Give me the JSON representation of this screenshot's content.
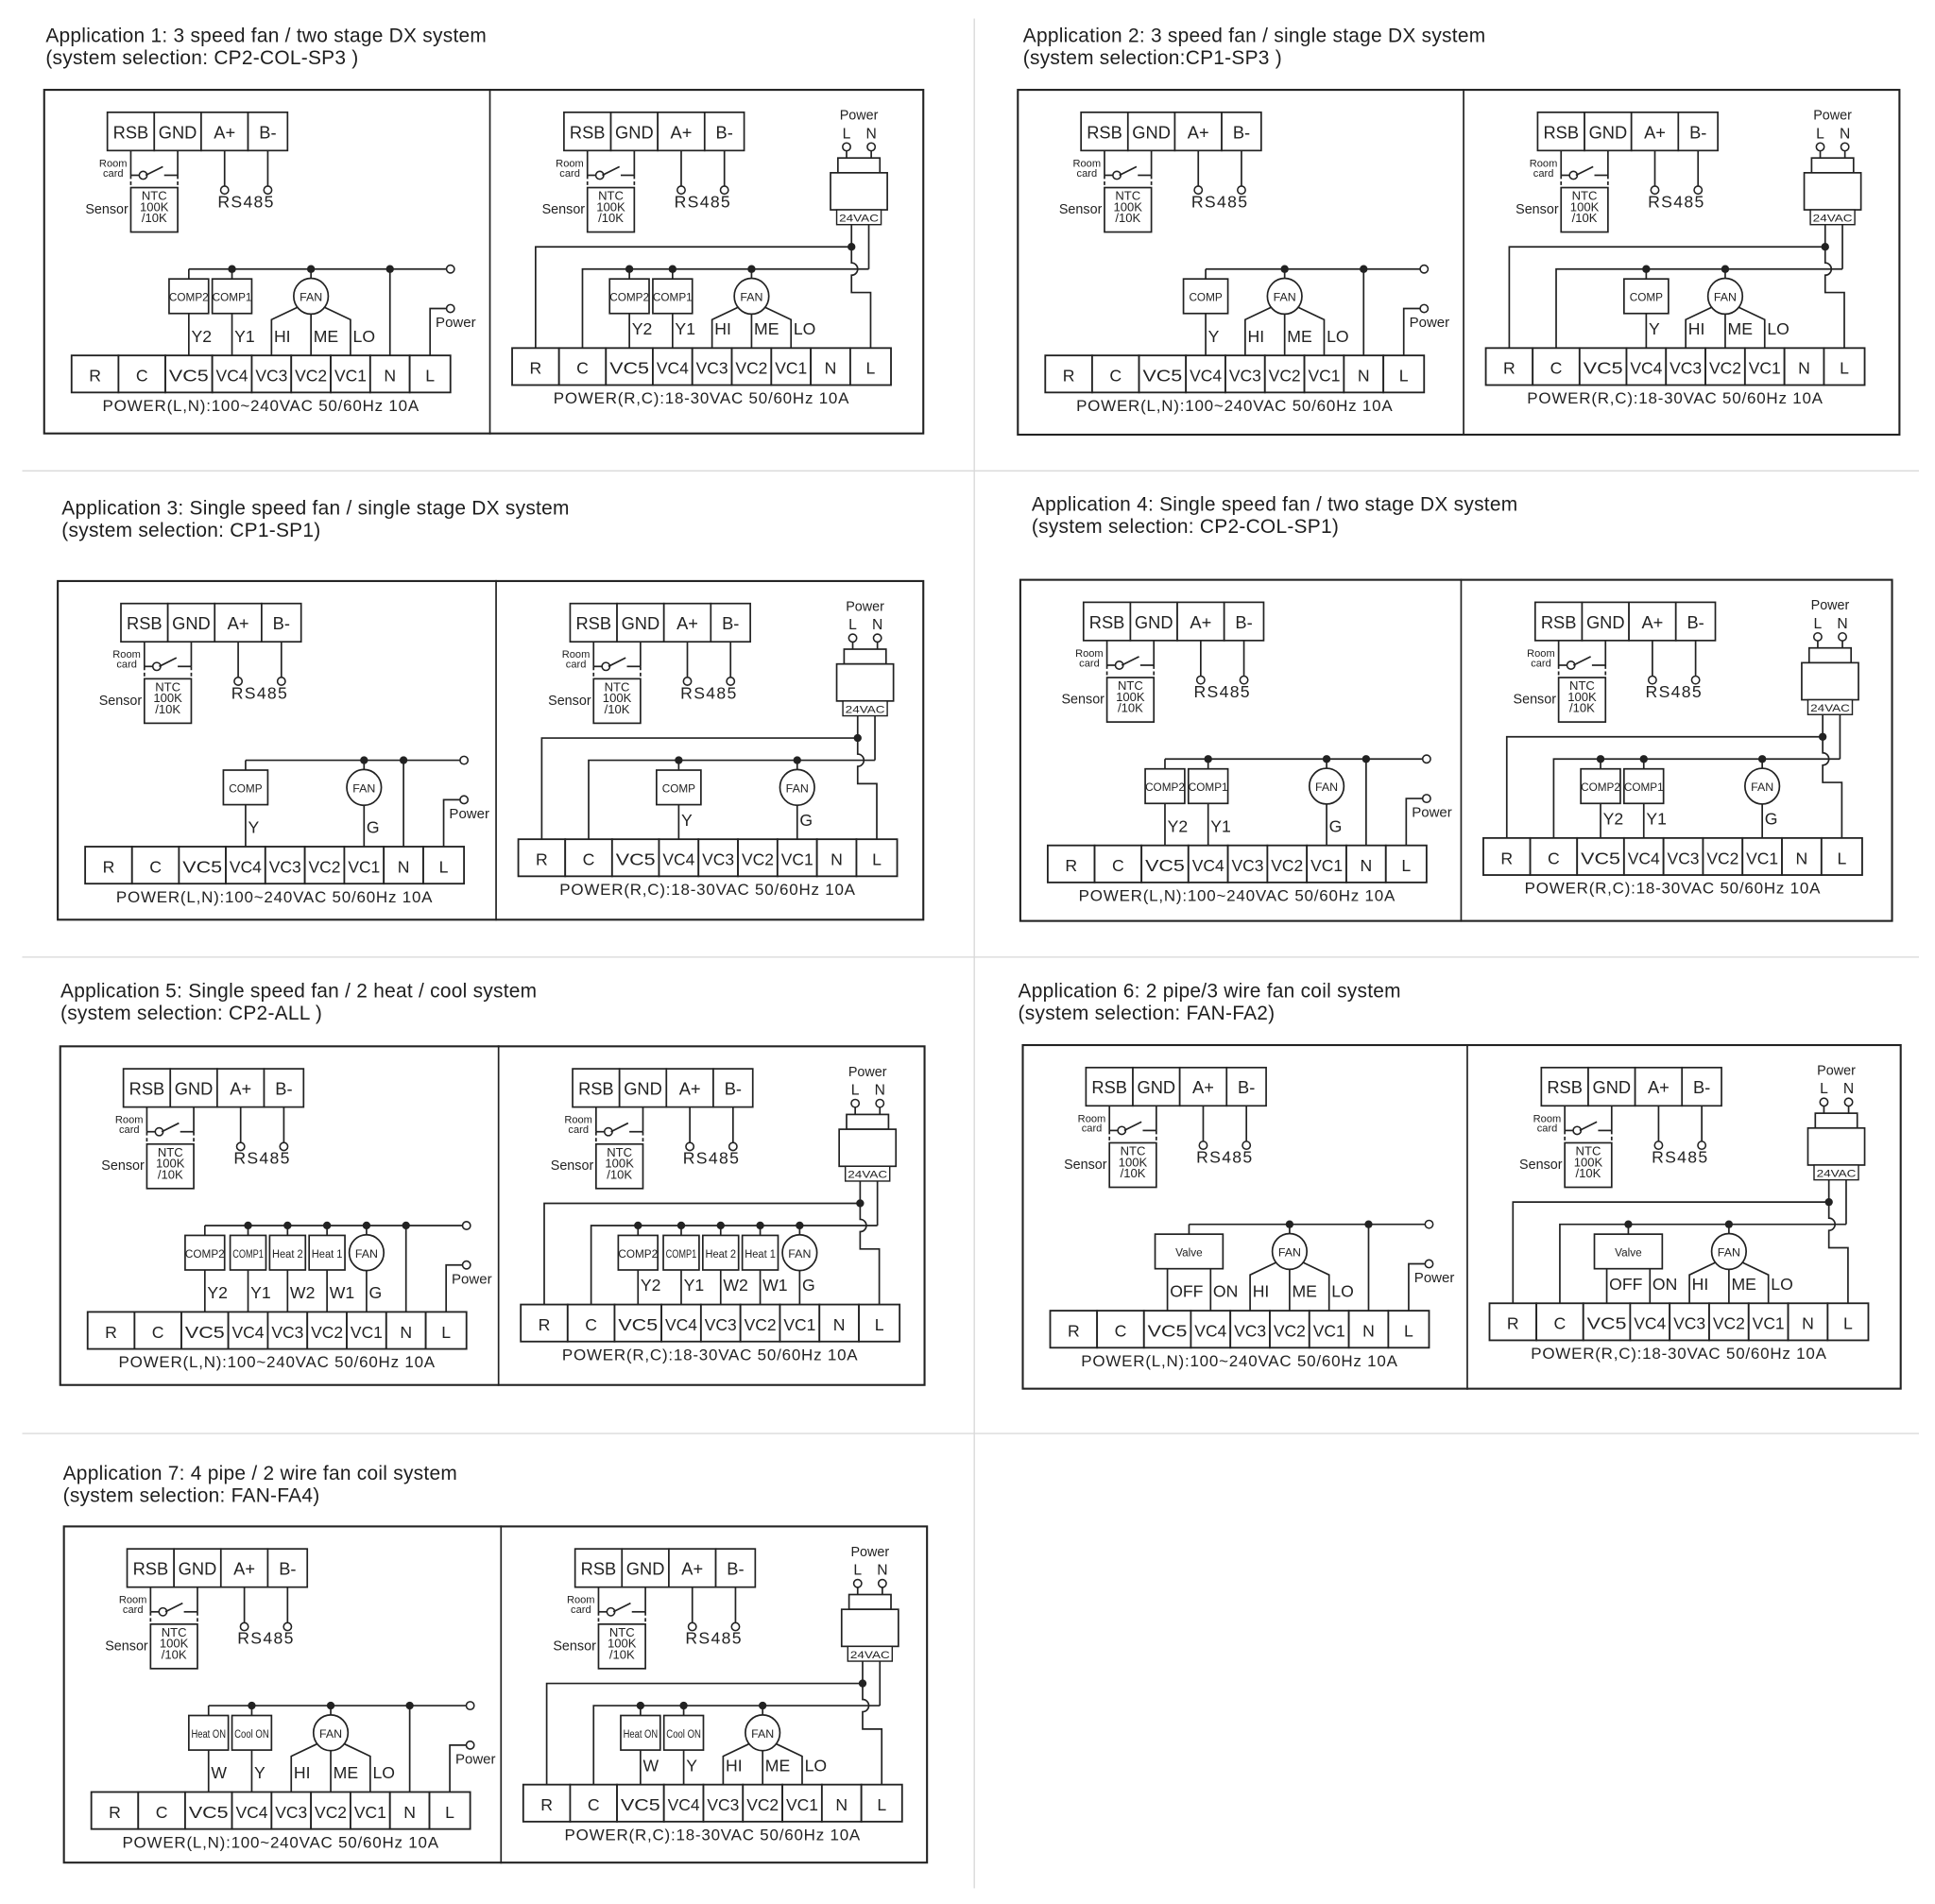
{
  "common": {
    "header_terminals": [
      "RSB",
      "GND",
      "A+",
      "B-"
    ],
    "room_card": [
      "Room",
      "card"
    ],
    "sensor": "Sensor",
    "ntc": [
      "NTC",
      "100K",
      "/10K"
    ],
    "rs485": "RS485",
    "power": "Power",
    "supply": [
      "L",
      "N"
    ],
    "transformer": "24VAC",
    "fan": "FAN",
    "terminals": [
      "R",
      "C",
      "VC5",
      "VC4",
      "VC3",
      "VC2",
      "VC1",
      "N",
      "L"
    ],
    "caption_line_voltage": "POWER(L,N):100~240VAC 50/60Hz 10A",
    "caption_low_voltage": "POWER(R,C):18-30VAC  50/60Hz  10A"
  },
  "applications": [
    {
      "title": "Application 1: 3 speed fan / two stage DX system",
      "subtitle": "(system selection: CP2-COL-SP3 )",
      "loads": [
        {
          "type": "box",
          "label": "COMP2",
          "wires": [
            {
              "label": "Y2",
              "terminal": "VC5"
            }
          ]
        },
        {
          "type": "box",
          "label": "COMP1",
          "wires": [
            {
              "label": "Y1",
              "terminal": "VC4"
            }
          ]
        },
        {
          "type": "fan3",
          "wires": [
            {
              "label": "HI",
              "terminal": "VC3"
            },
            {
              "label": "ME",
              "terminal": "VC2"
            },
            {
              "label": "LO",
              "terminal": "VC1"
            }
          ]
        }
      ]
    },
    {
      "title": "Application 2: 3 speed fan / single stage DX system",
      "subtitle": "(system selection:CP1-SP3 )",
      "loads": [
        {
          "type": "box",
          "label": "COMP",
          "wires": [
            {
              "label": "Y",
              "terminal": "VC4"
            }
          ]
        },
        {
          "type": "fan3",
          "wires": [
            {
              "label": "HI",
              "terminal": "VC3"
            },
            {
              "label": "ME",
              "terminal": "VC2"
            },
            {
              "label": "LO",
              "terminal": "VC1"
            }
          ]
        }
      ]
    },
    {
      "title": "Application 3: Single speed fan / single stage DX system",
      "subtitle": "(system selection: CP1-SP1)",
      "loads": [
        {
          "type": "box",
          "label": "COMP",
          "wires": [
            {
              "label": "Y",
              "terminal": "VC4"
            }
          ]
        },
        {
          "type": "fan",
          "wires": [
            {
              "label": "G",
              "terminal": "VC1"
            }
          ]
        }
      ]
    },
    {
      "title": "Application 4: Single speed fan / two stage DX system",
      "subtitle": "(system selection: CP2-COL-SP1)",
      "loads": [
        {
          "type": "box",
          "label": "COMP2",
          "wires": [
            {
              "label": "Y2",
              "terminal": "VC5"
            }
          ]
        },
        {
          "type": "box",
          "label": "COMP1",
          "wires": [
            {
              "label": "Y1",
              "terminal": "VC4"
            }
          ]
        },
        {
          "type": "fan",
          "wires": [
            {
              "label": "G",
              "terminal": "VC1"
            }
          ]
        }
      ]
    },
    {
      "title": "Application 5: Single speed fan / 2 heat / cool system",
      "subtitle": "(system selection: CP2-ALL )",
      "loads": [
        {
          "type": "box",
          "label": "COMP2",
          "wires": [
            {
              "label": "Y2",
              "terminal": "VC5"
            }
          ]
        },
        {
          "type": "box",
          "label": "COMP1",
          "wires": [
            {
              "label": "Y1",
              "terminal": "VC4"
            }
          ]
        },
        {
          "type": "box",
          "label": "Heat 2",
          "wires": [
            {
              "label": "W2",
              "terminal": "VC3"
            }
          ]
        },
        {
          "type": "box",
          "label": "Heat 1",
          "wires": [
            {
              "label": "W1",
              "terminal": "VC2"
            }
          ]
        },
        {
          "type": "fan",
          "wires": [
            {
              "label": "G",
              "terminal": "VC1"
            }
          ]
        }
      ]
    },
    {
      "title": "Application 6: 2 pipe/3 wire fan coil system",
      "subtitle": "(system selection: FAN-FA2)",
      "loads": [
        {
          "type": "box",
          "label": "Valve",
          "wires": [
            {
              "label": "OFF",
              "terminal": "VC5"
            },
            {
              "label": "ON",
              "terminal": "VC4"
            }
          ]
        },
        {
          "type": "fan3",
          "wires": [
            {
              "label": "HI",
              "terminal": "VC3"
            },
            {
              "label": "ME",
              "terminal": "VC2"
            },
            {
              "label": "LO",
              "terminal": "VC1"
            }
          ]
        }
      ]
    },
    {
      "title": "Application 7: 4 pipe / 2 wire fan coil system",
      "subtitle": "(system selection: FAN-FA4)",
      "loads": [
        {
          "type": "box",
          "label": "Heat ON",
          "wires": [
            {
              "label": "W",
              "terminal": "VC5"
            }
          ]
        },
        {
          "type": "box",
          "label": "Cool ON",
          "wires": [
            {
              "label": "Y",
              "terminal": "VC4"
            }
          ]
        },
        {
          "type": "fan3",
          "wires": [
            {
              "label": "HI",
              "terminal": "VC3"
            },
            {
              "label": "ME",
              "terminal": "VC2"
            },
            {
              "label": "LO",
              "terminal": "VC1"
            }
          ]
        }
      ]
    }
  ]
}
